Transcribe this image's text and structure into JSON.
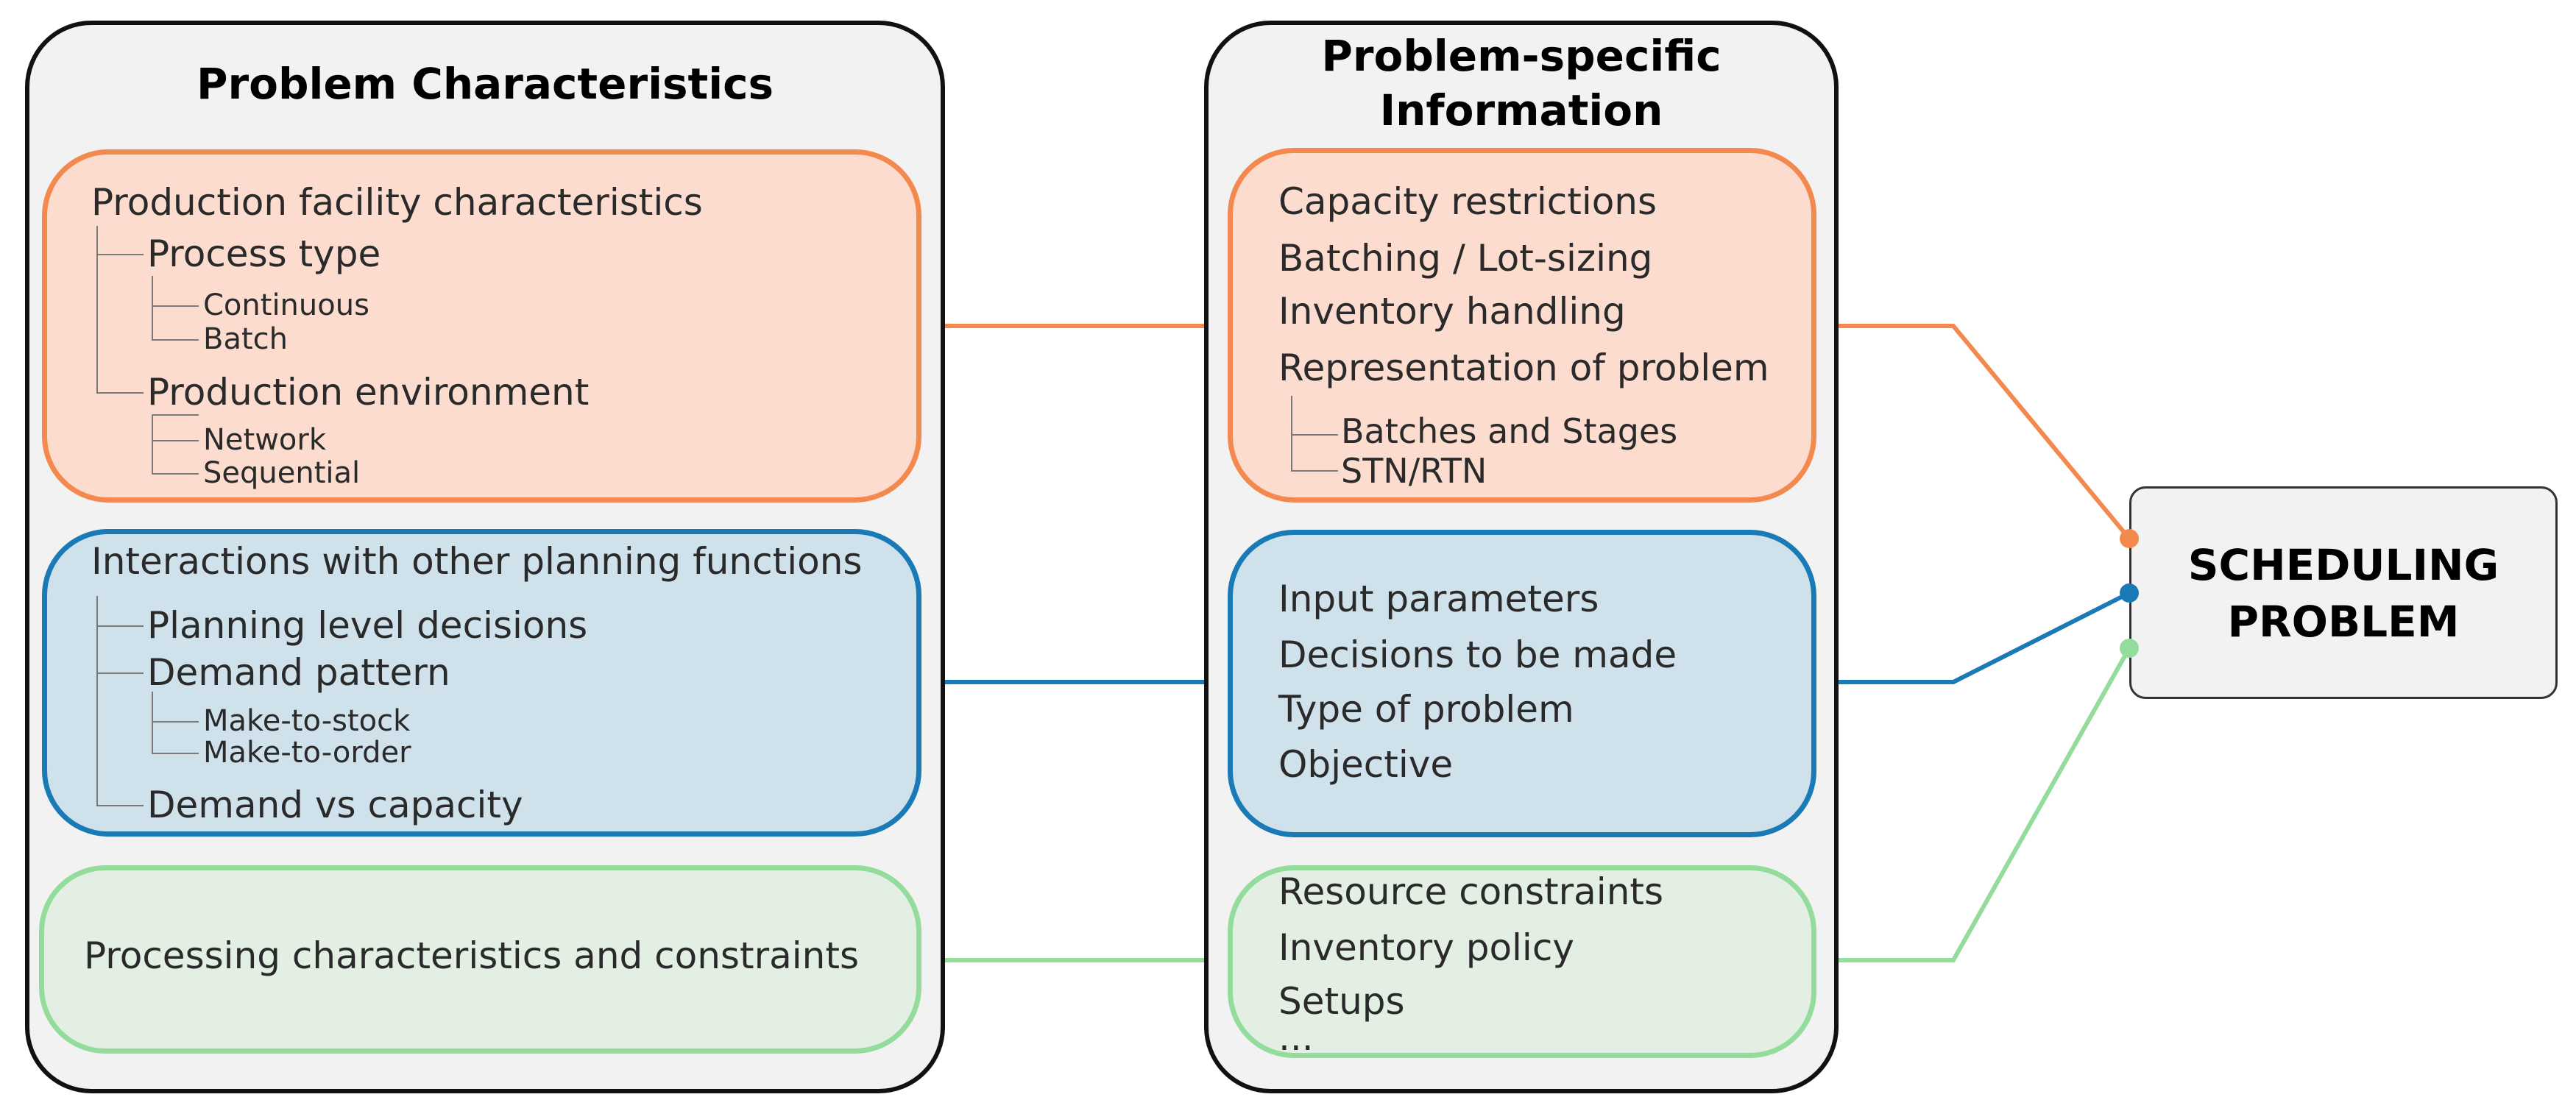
{
  "colors": {
    "orange": "#f4894f",
    "blue": "#1a7ab6",
    "green": "#93dc9c",
    "orange_fill": "#fcdcce",
    "blue_fill": "#cfe2ec",
    "green_fill": "#e4efe4"
  },
  "left_panel": {
    "title": "Problem Characteristics",
    "production": {
      "heading": "Production  facility characteristics",
      "process_type": "Process type",
      "continuous": "Continuous",
      "batch": "Batch",
      "environment": "Production environment",
      "network": "Network",
      "sequential": "Sequential"
    },
    "interactions": {
      "heading": "Interactions with other planning functions",
      "planning_level": "Planning level decisions",
      "demand_pattern": "Demand pattern",
      "make_to_stock": "Make-to-stock",
      "make_to_order": "Make-to-order",
      "demand_vs_capacity": "Demand vs capacity"
    },
    "processing": {
      "heading": "Processing characteristics and constraints"
    }
  },
  "middle_panel": {
    "title_line1": "Problem-specific",
    "title_line2": "Information",
    "orange_items": {
      "capacity": "Capacity restrictions",
      "batching": "Batching / Lot-sizing",
      "inventory": "Inventory handling",
      "representation": "Representation of problem",
      "batches_stages": "Batches and Stages",
      "stn_rtn": "STN/RTN"
    },
    "blue_items": {
      "input": "Input parameters",
      "decisions": "Decisions to be made",
      "type": "Type of problem",
      "objective": "Objective"
    },
    "green_items": {
      "resource": "Resource constraints",
      "inventory_policy": "Inventory policy",
      "setups": "Setups",
      "ellipsis": "..."
    }
  },
  "scheduling": {
    "line1": "SCHEDULING",
    "line2": "PROBLEM"
  }
}
